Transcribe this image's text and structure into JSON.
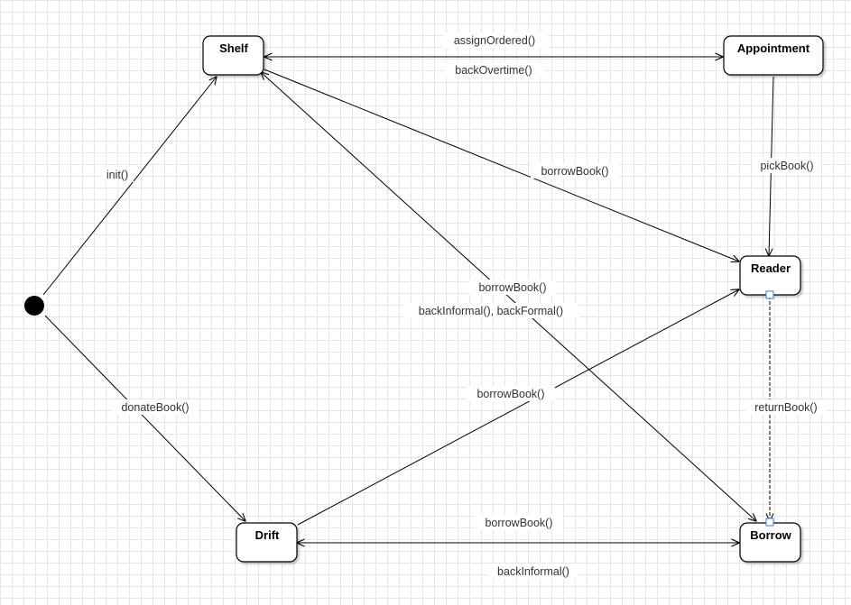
{
  "states": {
    "shelf": "Shelf",
    "appointment": "Appointment",
    "reader": "Reader",
    "drift": "Drift",
    "borrow": "Borrow"
  },
  "transitions": {
    "init": "init()",
    "donate_book": "donateBook()",
    "assign_ordered": "assignOrdered()",
    "back_overtime": "backOvertime()",
    "pick_book": "pickBook()",
    "shelf_to_reader": "borrowBook()",
    "shelf_to_borrow": "borrowBook()",
    "borrow_to_shelf": "backInformal(), backFormal()",
    "drift_to_reader": "borrowBook()",
    "return_book": "returnBook()",
    "drift_to_borrow": "borrowBook()",
    "borrow_to_drift": "backInformal()"
  },
  "colors": {
    "selection": "#3a7bd5",
    "grid": "#e6e6e6"
  }
}
